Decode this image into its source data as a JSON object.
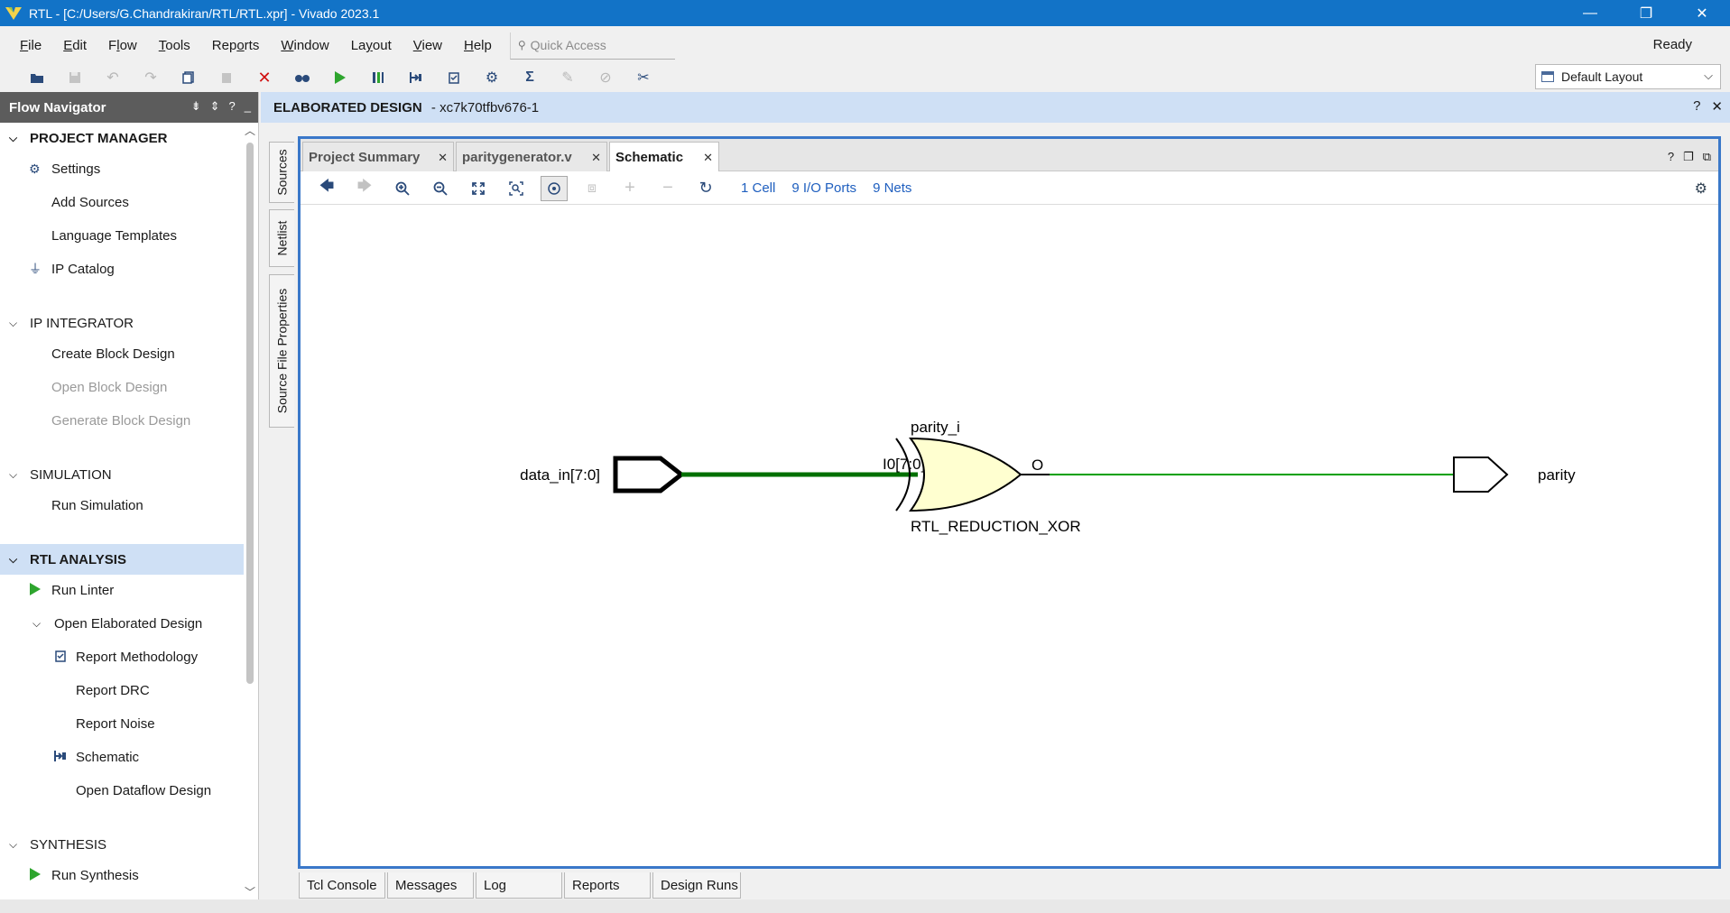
{
  "window": {
    "title": "RTL - [C:/Users/G.Chandrakiran/RTL/RTL.xpr] - Vivado 2023.1",
    "minimize": "—",
    "restore": "❐",
    "close": "✕"
  },
  "menu": {
    "items": [
      {
        "pre": "",
        "ul": "F",
        "post": "ile"
      },
      {
        "pre": "",
        "ul": "E",
        "post": "dit"
      },
      {
        "pre": "F",
        "ul": "l",
        "post": "ow"
      },
      {
        "pre": "",
        "ul": "T",
        "post": "ools"
      },
      {
        "pre": "Rep",
        "ul": "o",
        "post": "rts"
      },
      {
        "pre": "",
        "ul": "W",
        "post": "indow"
      },
      {
        "pre": "La",
        "ul": "y",
        "post": "out"
      },
      {
        "pre": "",
        "ul": "V",
        "post": "iew"
      },
      {
        "pre": "",
        "ul": "H",
        "post": "elp"
      }
    ],
    "quick_access_placeholder": "Quick Access",
    "status": "Ready"
  },
  "layout_select": {
    "value": "Default Layout"
  },
  "flow_navigator": {
    "title": "Flow Navigator",
    "sections": {
      "project_manager": "PROJECT MANAGER",
      "settings": "Settings",
      "add_sources": "Add Sources",
      "language_templates": "Language Templates",
      "ip_catalog": "IP Catalog",
      "ip_integrator": "IP INTEGRATOR",
      "create_block_design": "Create Block Design",
      "open_block_design": "Open Block Design",
      "generate_block_design": "Generate Block Design",
      "simulation": "SIMULATION",
      "run_simulation": "Run Simulation",
      "rtl_analysis": "RTL ANALYSIS",
      "run_linter": "Run Linter",
      "open_elaborated_design": "Open Elaborated Design",
      "report_methodology": "Report Methodology",
      "report_drc": "Report DRC",
      "report_noise": "Report Noise",
      "schematic": "Schematic",
      "open_dataflow_design": "Open Dataflow Design",
      "synthesis": "SYNTHESIS",
      "run_synthesis": "Run Synthesis"
    }
  },
  "main_header": {
    "label": "ELABORATED DESIGN",
    "part": "xc7k70tfbv676-1"
  },
  "side_tabs": {
    "sources": "Sources",
    "netlist": "Netlist",
    "source_file_properties": "Source File Properties"
  },
  "tabs": {
    "project_summary": "Project Summary",
    "paritygenerator": "paritygenerator.v",
    "schematic": "Schematic"
  },
  "schematic_toolbar": {
    "cells": "1 Cell",
    "io_ports": "9 I/O Ports",
    "nets": "9 Nets"
  },
  "schematic": {
    "input_port": "data_in[7:0]",
    "input_pin": "I0[7:0]",
    "cell_name": "parity_i",
    "cell_type": "RTL_REDUCTION_XOR",
    "output_pin": "O",
    "output_port": "parity",
    "bus_color": "#007000",
    "net_color": "#00a000",
    "gate_fill": "#ffffd0"
  },
  "bottom_tabs": {
    "tcl_console": "Tcl Console",
    "messages": "Messages",
    "log": "Log",
    "reports": "Reports",
    "design_runs": "Design Runs"
  }
}
